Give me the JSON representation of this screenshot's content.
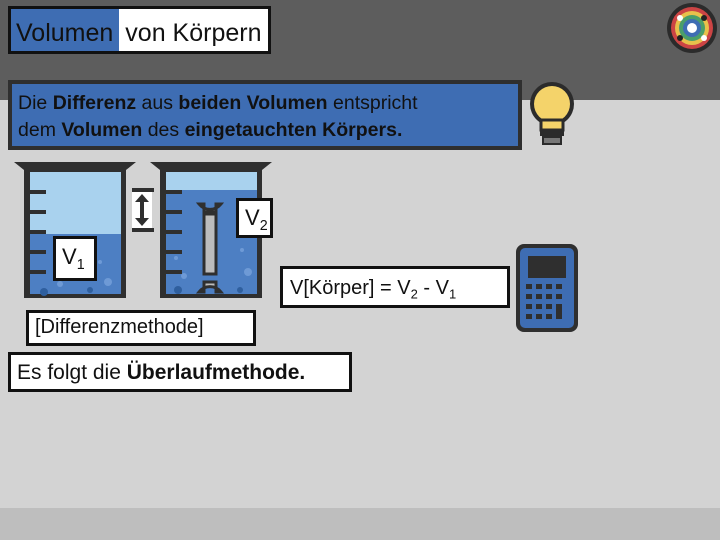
{
  "title": {
    "part1": "Volumen",
    "part2": "von Körpern"
  },
  "info": {
    "w1": "Die",
    "w2": "Differenz",
    "w3": "aus",
    "w4": "beiden Volumen",
    "w5": "entspricht",
    "w6": "dem",
    "w7": "Volumen",
    "w8": "des",
    "w9": "eingetauchten Körpers."
  },
  "labels": {
    "v2_base": "V",
    "v2_sub": "2",
    "v1_base": "V",
    "v1_sub": "1",
    "formula_a": "V[Körper] = V",
    "formula_sub2": "2",
    "formula_b": " - V",
    "formula_sub1": "1",
    "method": "[Differenzmethode]",
    "followup_a": "Es folgt die ",
    "followup_b": "Überlaufmethode."
  },
  "icons": [
    "logo-mosaic-icon",
    "lightbulb-icon",
    "beaker-icon",
    "wrench-icon",
    "double-arrow-icon",
    "calculator-icon"
  ],
  "colors": {
    "accent_blue": "#3e6db3",
    "header_gray": "#5d5d5d",
    "background": "#d3d3d3"
  }
}
